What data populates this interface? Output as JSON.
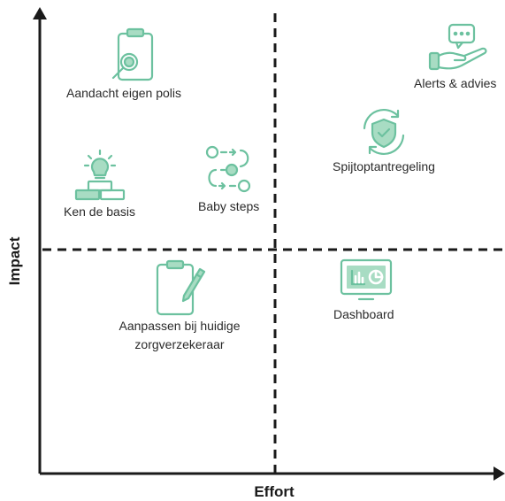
{
  "axes": {
    "x_title": "Effort",
    "y_title": "Impact"
  },
  "items": [
    {
      "key": "aandacht",
      "label": "Aandacht eigen polis",
      "icon": "clipboard-magnifier-icon"
    },
    {
      "key": "alerts",
      "label": "Alerts & advies",
      "icon": "hand-chat-bubble-icon"
    },
    {
      "key": "spijt",
      "label": "Spijtoptantregeling",
      "icon": "shield-check-icon"
    },
    {
      "key": "basis",
      "label": "Ken de basis",
      "icon": "lightbulb-bricks-icon"
    },
    {
      "key": "baby",
      "label": "Baby steps",
      "icon": "steps-path-icon"
    },
    {
      "key": "aanpassen",
      "label": "Aanpassen bij huidige zorgverzekeraar",
      "icon": "clipboard-pen-icon"
    },
    {
      "key": "dashboard",
      "label": "Dashboard",
      "icon": "monitor-chart-icon"
    }
  ],
  "colors": {
    "icon_stroke": "#6cc19f",
    "icon_fill": "#a8dcc3",
    "axis": "#1a1a1a"
  }
}
